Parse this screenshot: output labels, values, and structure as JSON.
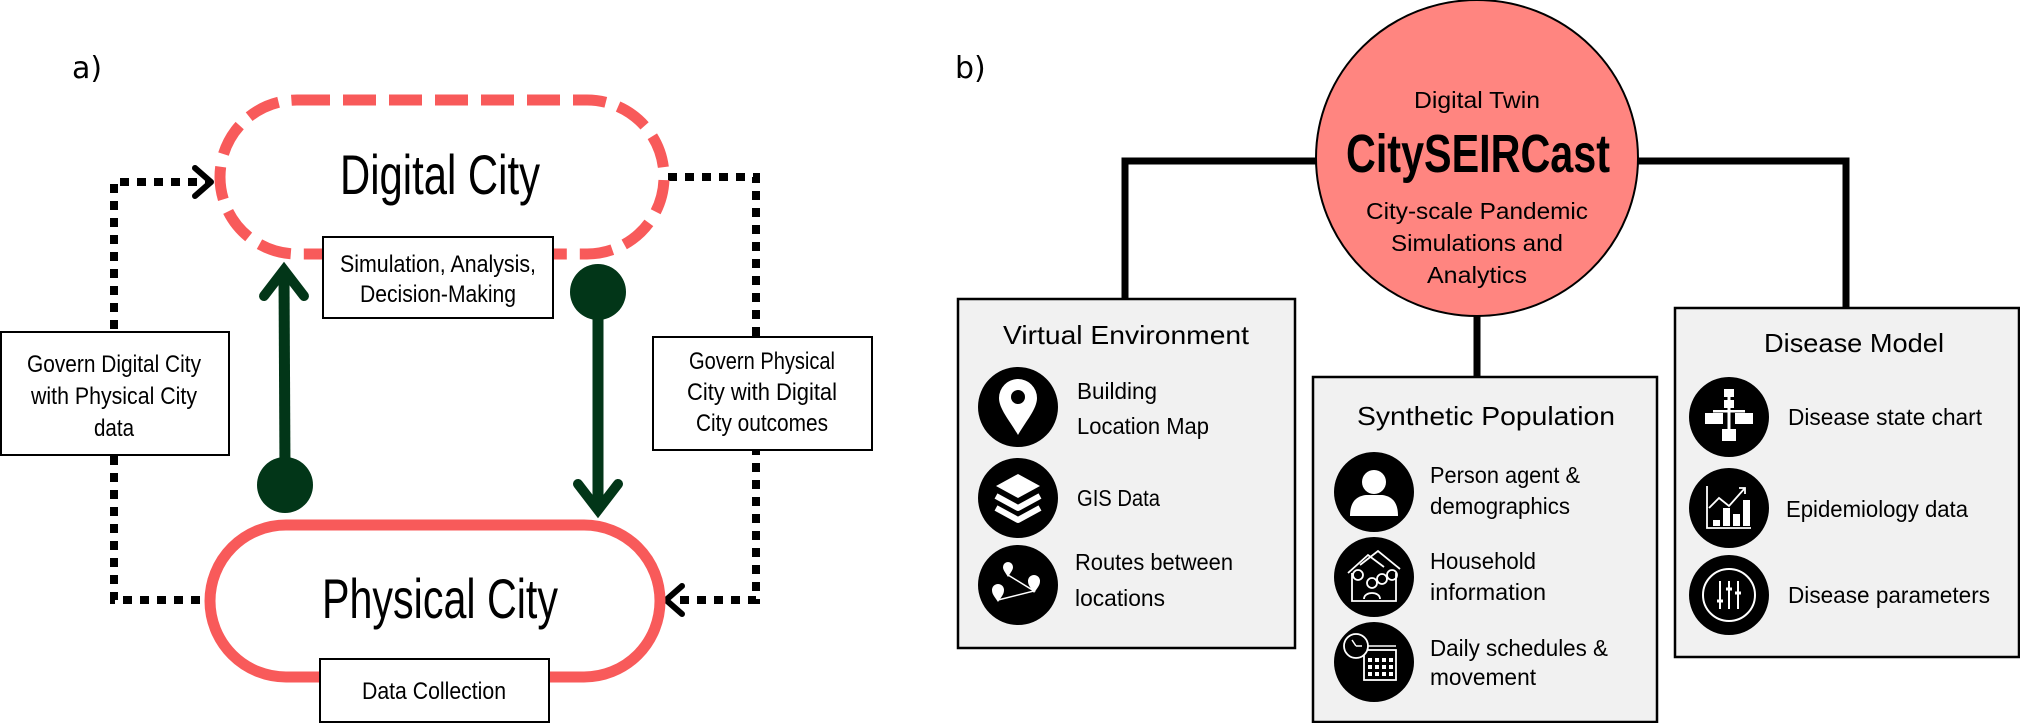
{
  "colors": {
    "pill_stroke": "#f85a5a",
    "arrow_green": "#023618",
    "hub_fill": "#ff8580",
    "box_fill_gray": "#f1f1f1",
    "line_black": "#000000"
  },
  "panel_a": {
    "label": "a)",
    "digital_city": {
      "title": "Digital City",
      "caption_lines": [
        "Simulation, Analysis,",
        "Decision-Making"
      ]
    },
    "physical_city": {
      "title": "Physical City",
      "caption": "Data Collection"
    },
    "left_feedback": {
      "lines": [
        "Govern Digital City",
        "with Physical City",
        "data"
      ]
    },
    "right_feedback": {
      "lines": [
        "Govern Physical",
        "City with Digital",
        "City outcomes"
      ]
    }
  },
  "panel_b": {
    "label": "b)",
    "hub": {
      "subtitle": "Digital Twin",
      "title": "CitySEIRCast",
      "description_lines": [
        "City-scale Pandemic",
        "Simulations and",
        "Analytics"
      ]
    },
    "modules": [
      {
        "title": "Virtual Environment",
        "items": [
          {
            "icon": "map-pin-icon",
            "lines": [
              "Building",
              "Location Map"
            ]
          },
          {
            "icon": "layers-icon",
            "lines": [
              "GIS Data"
            ]
          },
          {
            "icon": "route-icon",
            "lines": [
              "Routes between",
              "locations"
            ]
          }
        ]
      },
      {
        "title": "Synthetic Population",
        "items": [
          {
            "icon": "person-icon",
            "lines": [
              "Person agent &",
              "demographics"
            ]
          },
          {
            "icon": "household-icon",
            "lines": [
              "Household",
              "information"
            ]
          },
          {
            "icon": "schedule-icon",
            "lines": [
              "Daily schedules &",
              "movement"
            ]
          }
        ]
      },
      {
        "title": "Disease Model",
        "items": [
          {
            "icon": "state-chart-icon",
            "lines": [
              "Disease state chart"
            ]
          },
          {
            "icon": "epidemiology-chart-icon",
            "lines": [
              "Epidemiology data"
            ]
          },
          {
            "icon": "sliders-icon",
            "lines": [
              "Disease parameters"
            ]
          }
        ]
      }
    ]
  }
}
